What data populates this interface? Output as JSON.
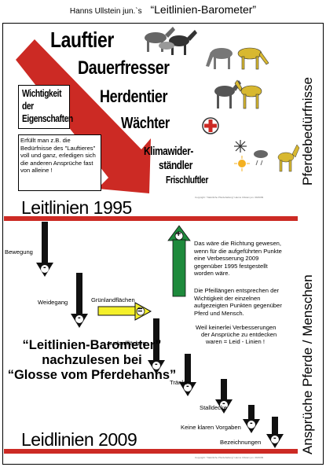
{
  "header": {
    "author": "Hanns Ullstein jun.`s",
    "title": "“Leitlinien-Barometer”"
  },
  "traits": [
    "Lauftier",
    "Dauerfresser",
    "Herdentier",
    "Wächter",
    "Klimawider-",
    "ständler",
    "Frischluftler"
  ],
  "importance_box": {
    "line1": "Wichtigkeit",
    "line2": "der",
    "line3": "Eigenschaften"
  },
  "note_box": "Erfüllt man z.B. die Bedürfnisse des \"Lauftieres\" voll und ganz, erledigen sich die anderen Ansprüche fast von alleine !",
  "sidebar_top": "Pferdebedürfnisse",
  "sidebar_bottom": "Ansprüche Pferde / Menschen",
  "leitlinien": "Leitlinien 1995",
  "leidlinien": "Leidlinien 2009",
  "labels": [
    "Bewegung",
    "Weidegang",
    "Grünlandflächen",
    "Auslaufflächen",
    "Tränken",
    "Stalldecke",
    "Keine klaren Vorgaben",
    "Bezeichnungen"
  ],
  "symbols": {
    "minus": "-",
    "plus": "+",
    "equal": "="
  },
  "right_text_1": "Das wäre die Richtung gewesen, wenn für die aufgeführten Punkte eine Verbesserung 2009 gegenüber 1995 festgestellt worden wäre.",
  "right_text_2": "Die Pfeillängen entsprechen der Wichtigkeit der einzelnen aufgezeigten Punkten gegenüber Pferd und Mensch.",
  "right_text_3a": "Weil keinerlei Verbesserungen",
  "right_text_3b": "der Ansprüche zu entdecken",
  "right_text_3c": "waren  = Leid - Linien !",
  "quote": {
    "l1": "“Leitlinien-Barometer”",
    "l2": "nachzulesen bei",
    "l3": "“Glosse vom Pferdehanns”"
  },
  "copyright_1": "Copyright: \"Natürliche Pferdehaltung\" Hanns Ullstein jun. 09/2009",
  "copyright_2": "Copyright: \"Natürliche Pferdehaltung\" Hanns Ullstein jun. 09/2009",
  "colors": {
    "red": "#cc2a24",
    "green": "#1e8a3c",
    "yellow": "#f4f02a",
    "ink": "#000000"
  }
}
